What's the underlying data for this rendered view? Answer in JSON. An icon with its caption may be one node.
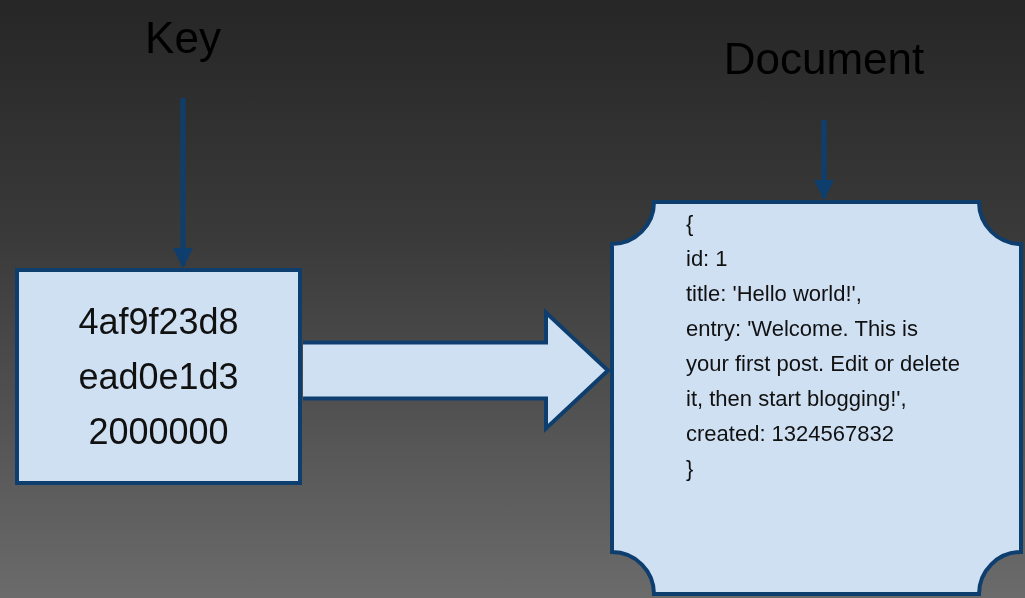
{
  "diagram": {
    "nodes": [
      {
        "text": [
          "Key"
        ]
      },
      {
        "text": [
          "4af9f23d8 ead0e1d3 2000000"
        ]
      },
      {
        "text": [
          "Document"
        ]
      },
      {
        "text": [
          "{",
          "id: 1",
          "title: 'Hello world!',",
          "entry: 'Welcome. This is your first post. Edit or delete it, then start blogging!',",
          "created: 1324567832",
          "}"
        ]
      }
    ],
    "edges": [
      {
        "from": 0,
        "to": 1,
        "arrow": "to"
      },
      {
        "from": 2,
        "to": 3,
        "arrow": "to"
      },
      {
        "from": 1,
        "to": 3,
        "arrow": "to",
        "style": "thick"
      }
    ]
  }
}
